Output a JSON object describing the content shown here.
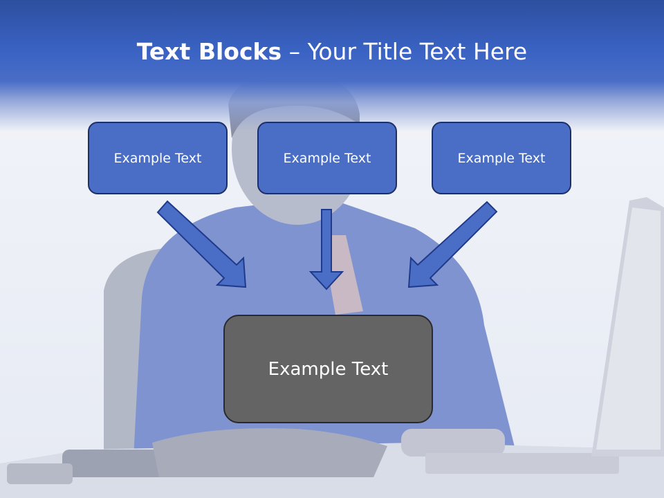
{
  "title": {
    "bold": "Text Blocks",
    "rest": " – Your Title Text Here"
  },
  "boxes": [
    {
      "label": "Example Text"
    },
    {
      "label": "Example Text"
    },
    {
      "label": "Example Text"
    }
  ],
  "target": {
    "label": "Example Text"
  },
  "colors": {
    "header": "#3a63c4",
    "box_fill": "#4a6ec6",
    "box_border": "#1c2f66",
    "target_fill": "#646464",
    "arrow_fill": "#4a6ec6"
  }
}
